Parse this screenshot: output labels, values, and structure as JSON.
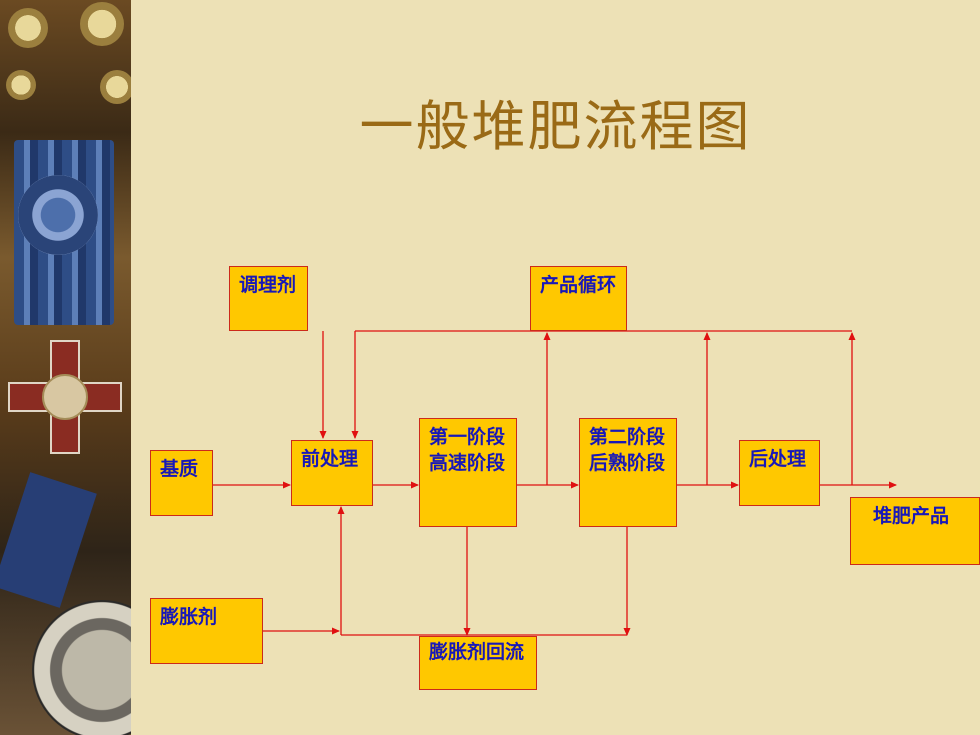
{
  "title": "一般堆肥流程图",
  "diagram": {
    "nodes": {
      "tiaoliji": "调理剂",
      "chanpin_xunhuan": "产品循环",
      "jizhi": "基质",
      "qianchuli": "前处理",
      "stage1": "第一阶段高速阶段",
      "stage2": "第二阶段后熟阶段",
      "houchuli": "后处理",
      "final_product": "堆肥产品",
      "pengzhangji": "膨胀剂",
      "pengzhangji_huiliu": "膨胀剂回流"
    },
    "edges": [
      [
        "调理剂",
        "前处理"
      ],
      [
        "基质",
        "前处理"
      ],
      [
        "膨胀剂",
        "前处理"
      ],
      [
        "前处理",
        "第一阶段高速阶段"
      ],
      [
        "第一阶段高速阶段",
        "第二阶段后熟阶段"
      ],
      [
        "第二阶段后熟阶段",
        "后处理"
      ],
      [
        "后处理",
        "堆肥产品"
      ],
      [
        "第一阶段高速阶段",
        "膨胀剂回流"
      ],
      [
        "第二阶段后熟阶段",
        "膨胀剂回流"
      ],
      [
        "第二阶段后熟阶段",
        "产品循环"
      ],
      [
        "后处理",
        "产品循环"
      ],
      [
        "产品循环",
        "前处理"
      ]
    ],
    "colors": {
      "box_fill": "#ffc800",
      "box_border": "#cc2a1a",
      "text": "#1818b8",
      "line": "#e01010",
      "title": "#9a6a16",
      "background": "#ede1b6"
    }
  }
}
